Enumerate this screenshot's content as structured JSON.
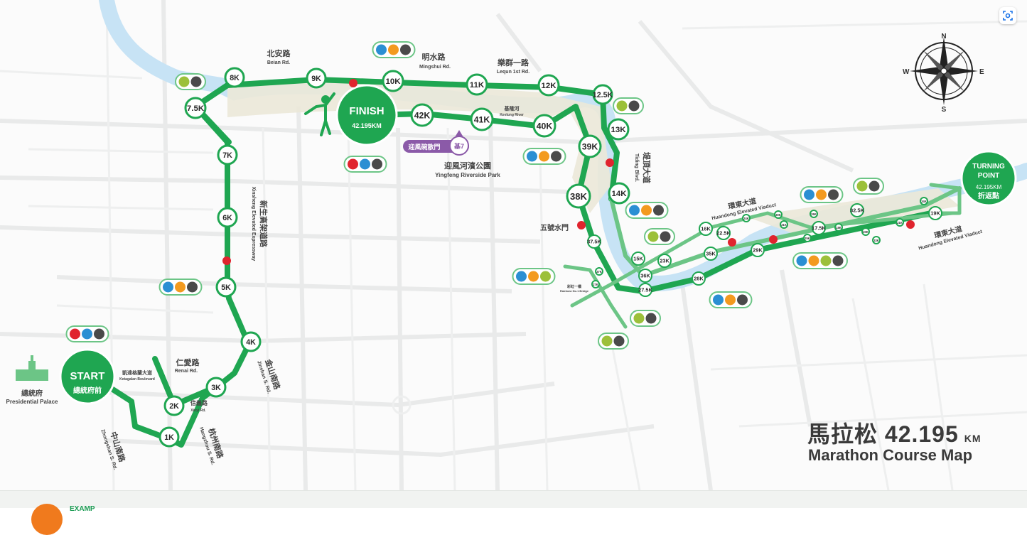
{
  "map": {
    "title_zh": "馬拉松 42.195",
    "title_unit": "KM",
    "title_en": "Marathon Course Map",
    "start": {
      "label": "START",
      "sub": "總統府前"
    },
    "finish": {
      "label": "FINISH",
      "sub": "42.195KM"
    },
    "turning_point": {
      "line1": "TURNING",
      "line2": "POINT",
      "sub": "42.195KM",
      "zh": "折返點"
    },
    "compass": {
      "n": "N",
      "s": "S",
      "e": "E",
      "w": "W"
    },
    "colors": {
      "route": "#1fa651",
      "route_dark": "#15873f",
      "river": "#c7e3f5",
      "aid_red": "#e0242e",
      "water_blue": "#2b8fd3",
      "food_orange": "#f39a1f",
      "toilet_dark": "#4a4a4a",
      "banana_green": "#9cc03a",
      "purple": "#8b5aa8"
    },
    "markers": [
      {
        "id": "1k",
        "label": "1K"
      },
      {
        "id": "2k",
        "label": "2K"
      },
      {
        "id": "3k",
        "label": "3K"
      },
      {
        "id": "4k",
        "label": "4K"
      },
      {
        "id": "5k",
        "label": "5K"
      },
      {
        "id": "6k",
        "label": "6K"
      },
      {
        "id": "7k",
        "label": "7K"
      },
      {
        "id": "7-5k",
        "label": "7.5K"
      },
      {
        "id": "8k",
        "label": "8K"
      },
      {
        "id": "9k",
        "label": "9K"
      },
      {
        "id": "10k",
        "label": "10K"
      },
      {
        "id": "11k",
        "label": "11K"
      },
      {
        "id": "12k",
        "label": "12K"
      },
      {
        "id": "12-5k",
        "label": "12.5K"
      },
      {
        "id": "13k",
        "label": "13K"
      },
      {
        "id": "14k",
        "label": "14K"
      },
      {
        "id": "15k",
        "label": "15K"
      },
      {
        "id": "16k",
        "label": "16K"
      },
      {
        "id": "17-5k",
        "label": "17.5K"
      },
      {
        "id": "19k",
        "label": "19K"
      },
      {
        "id": "22-5k",
        "label": "22.5K"
      },
      {
        "id": "23k",
        "label": "23K"
      },
      {
        "id": "28k",
        "label": "28K"
      },
      {
        "id": "29k",
        "label": "29K"
      },
      {
        "id": "32-5k",
        "label": "32.5K"
      },
      {
        "id": "35k",
        "label": "35K"
      },
      {
        "id": "36k",
        "label": "36K"
      },
      {
        "id": "37-5k",
        "label": "37.5K"
      },
      {
        "id": "27-5k",
        "label": "27.5K"
      },
      {
        "id": "38k",
        "label": "38K"
      },
      {
        "id": "39k",
        "label": "39K"
      },
      {
        "id": "40k",
        "label": "40K"
      },
      {
        "id": "41k",
        "label": "41K"
      },
      {
        "id": "42k",
        "label": "42K"
      },
      {
        "id": "18k",
        "label": "18K"
      },
      {
        "id": "20k",
        "label": "20K"
      },
      {
        "id": "21k",
        "label": "21K"
      },
      {
        "id": "24k",
        "label": "24K"
      },
      {
        "id": "25k",
        "label": "25K"
      },
      {
        "id": "26k",
        "label": "26K"
      },
      {
        "id": "30k",
        "label": "30K"
      },
      {
        "id": "31k",
        "label": "31K"
      },
      {
        "id": "33k",
        "label": "33K"
      },
      {
        "id": "34k",
        "label": "34K"
      },
      {
        "id": "37k",
        "label": "37K"
      },
      {
        "id": "27k",
        "label": "27K"
      }
    ],
    "roads": {
      "beian_zh": "北安路",
      "beian_en": "Beian Rd.",
      "mingshui_zh": "明水路",
      "mingshui_en": "Mingshui Rd.",
      "lequn_zh": "樂群一路",
      "lequn_en": "Lequn 1st Rd.",
      "keelung_zh": "基隆河",
      "keelung_en": "Keelung River",
      "yingfeng_gate_zh": "迎風碗散門",
      "yingfeng_gate_no": "基7",
      "yingfeng_park_zh": "迎風河濱公園",
      "yingfeng_park_en": "Yingfeng Riverside Park",
      "xinsheng_zh": "新生高架道路",
      "xinsheng_en": "Xinsheng Elevated Expressway",
      "tiding_zh": "堤頂大道",
      "tiding_en": "Tiding Blvd.",
      "huandong_zh": "環東大道",
      "huandong_en": "Huandong Elevated Viaduct",
      "huandong2_zh": "環東大道",
      "huandong2_en": "Huandong Elevated Viaduct",
      "gate5_zh": "五號水門",
      "renai_zh": "仁愛路",
      "renai_en": "Renai Rd.",
      "ketagalan_zh": "凱達格蘭大道",
      "ketagalan_en": "Ketagalan Boulevard",
      "xinyi_zh": "信義路",
      "xinyi_en": "Xinyi Rd.",
      "jinshan_zh": "金山南路",
      "jinshan_en": "Jinshan S. Rd.",
      "hangzhou_zh": "杭州南路",
      "hangzhou_en": "Hangzhou S. Rd.",
      "zhongshan_zh": "中山南路",
      "zhongshan_en": "Zhongshan S. Rd.",
      "palace_zh": "總統府",
      "palace_en": "Presidential Palace",
      "dazhi_zh": "彩虹一橋",
      "dazhi_en": "Rainbow No.1 Bridge"
    },
    "footer": {
      "text": "EXAMP"
    }
  }
}
